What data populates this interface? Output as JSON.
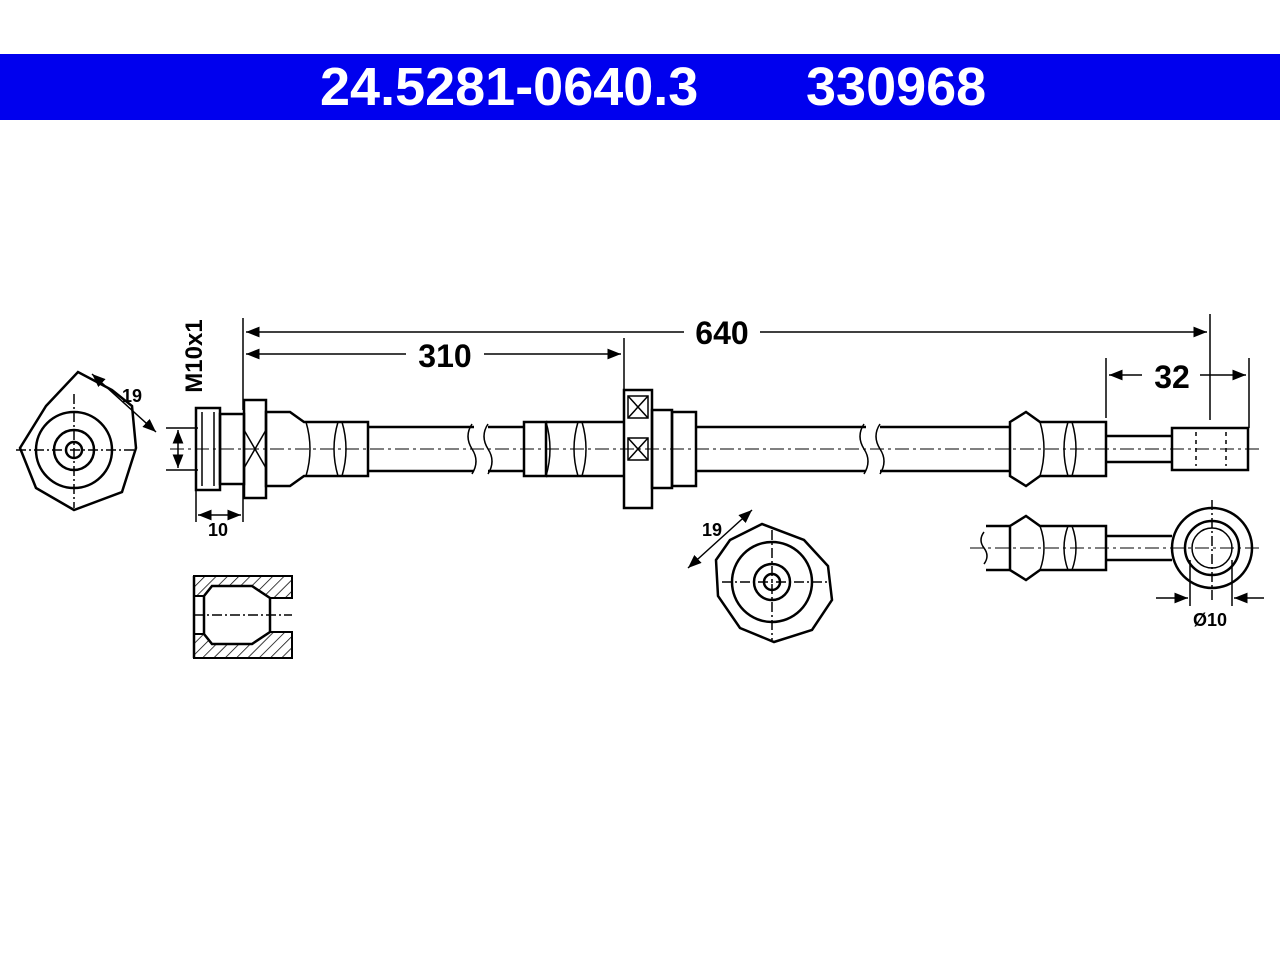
{
  "header": {
    "part_number": "24.5281-0640.3",
    "reference_number": "330968",
    "background_color": "#0000ee",
    "text_color": "#ffffff"
  },
  "dimensions": {
    "total_length": "640",
    "partial_length": "310",
    "banjo_length": "32",
    "thread": "M10x1",
    "thread_length": "10",
    "wrench_size_left": "19",
    "wrench_size_middle": "19",
    "banjo_diameter": "Ø10"
  }
}
